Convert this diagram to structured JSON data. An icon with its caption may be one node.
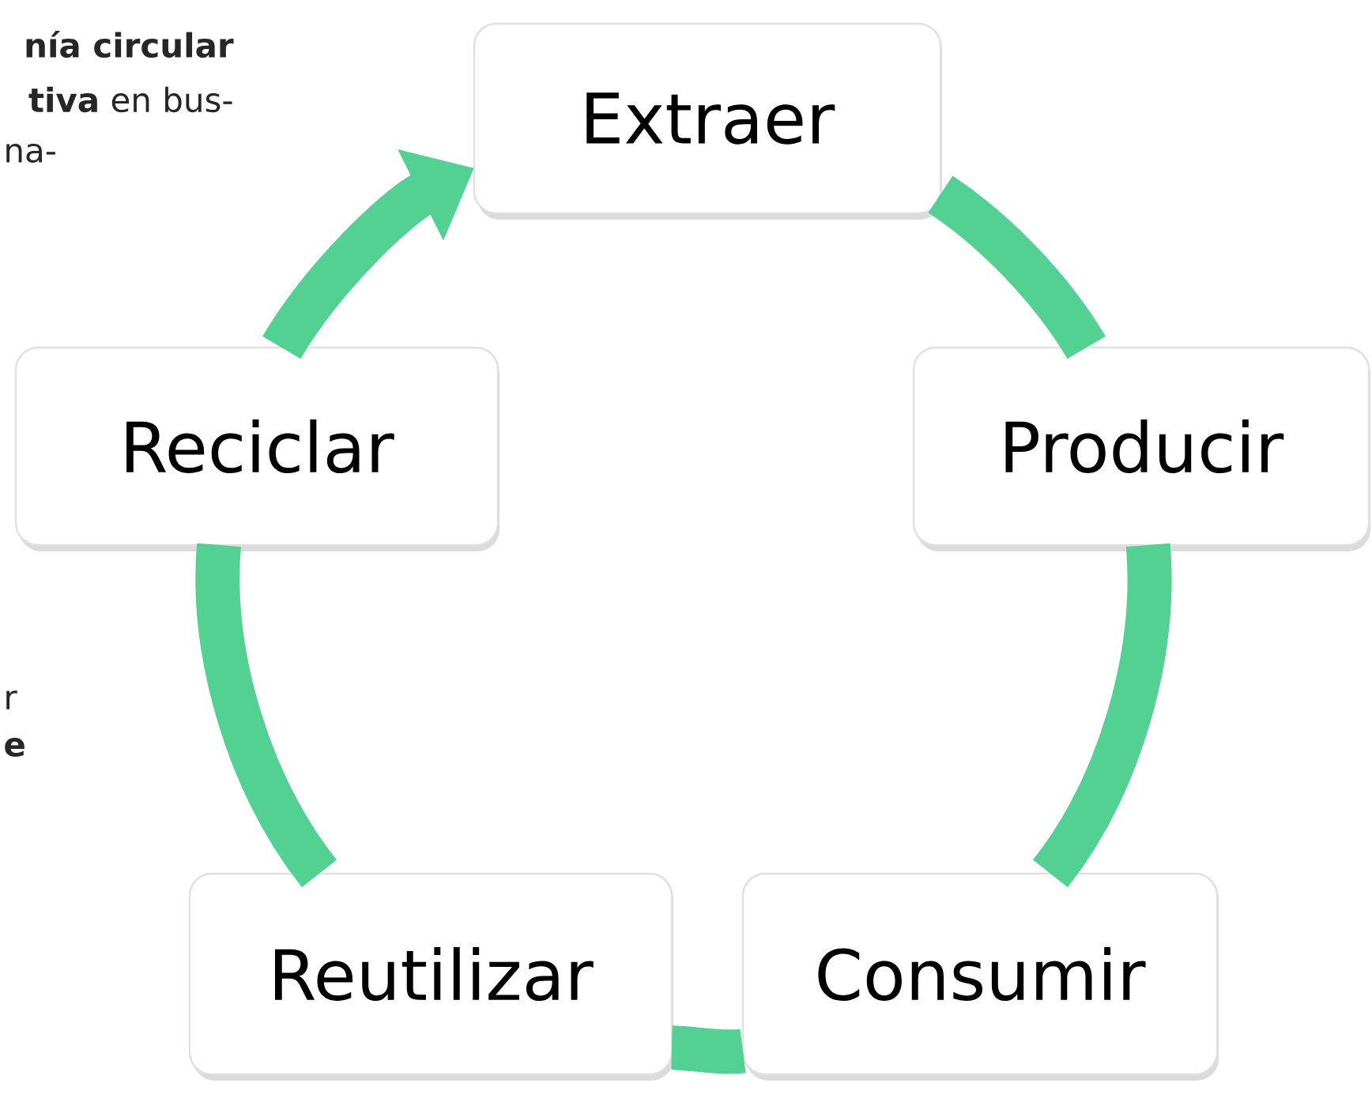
{
  "diagram": {
    "nodes": [
      {
        "text": [
          "Extraer"
        ]
      },
      {
        "text": [
          "Producir"
        ]
      },
      {
        "text": [
          "Consumir"
        ]
      },
      {
        "text": [
          "Reutilizar"
        ]
      },
      {
        "text": [
          "Reciclar"
        ]
      }
    ],
    "edges": [
      {
        "from": 0,
        "to": 1,
        "arrow": "none"
      },
      {
        "from": 1,
        "to": 2,
        "arrow": "none"
      },
      {
        "from": 2,
        "to": 3,
        "arrow": "none"
      },
      {
        "from": 3,
        "to": 4,
        "arrow": "none"
      },
      {
        "from": 4,
        "to": 0,
        "arrow": "to"
      }
    ],
    "labels": [
      "nía circular",
      "**tiva** en bus-",
      "na-",
      "r",
      "e"
    ]
  }
}
